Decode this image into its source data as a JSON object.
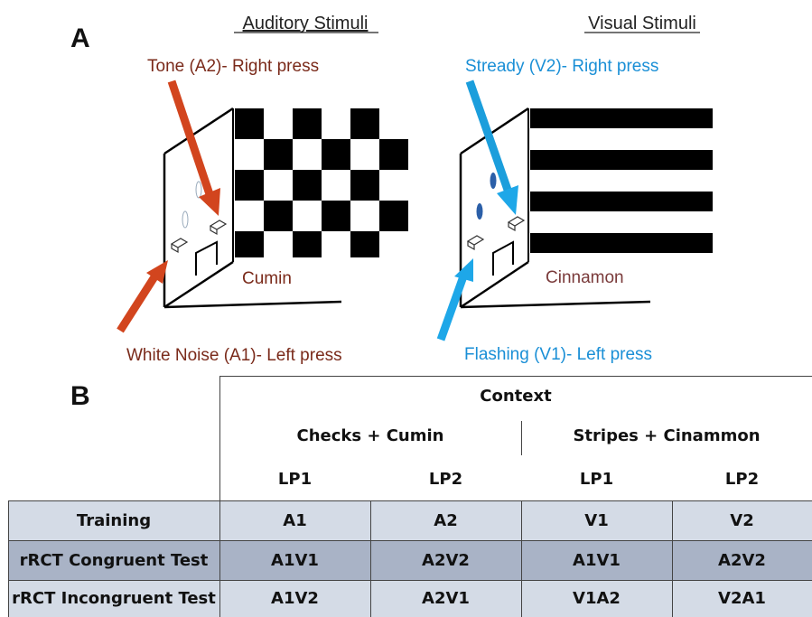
{
  "panel_a": {
    "label": "A",
    "auditory": {
      "heading": "Auditory Stimuli",
      "top_label": "Tone (A2)- Right press",
      "bottom_label": "White Noise (A1)- Left press",
      "odor": "Cumin",
      "arrow_color": "#d2451e",
      "text_color": "#7a2a1a"
    },
    "visual": {
      "heading": "Visual Stimuli",
      "top_label": "Stready (V2)- Right press",
      "bottom_label": "Flashing (V1)- Left press",
      "odor": "Cinnamon",
      "arrow_color": "#1ea7e8",
      "text_color": "#1a8fd6",
      "odor_color": "#7a3a3a"
    }
  },
  "panel_b": {
    "label": "B",
    "context_header": "Context",
    "groups": [
      "Checks + Cumin",
      "Stripes + Cinammon"
    ],
    "subheaders": [
      "LP1",
      "LP2",
      "LP1",
      "LP2"
    ],
    "rows": [
      {
        "label": "Training",
        "cells": [
          "A1",
          "A2",
          "V1",
          "V2"
        ],
        "bg": "#d4dbe6"
      },
      {
        "label": "rRCT Congruent Test",
        "cells": [
          "A1V1",
          "A2V2",
          "A1V1",
          "A2V2"
        ],
        "bg": "#a9b3c6"
      },
      {
        "label": "rRCT Incongruent Test",
        "cells": [
          "A1V2",
          "A2V1",
          "V1A2",
          "V2A1"
        ],
        "bg": "#d4dbe6"
      }
    ]
  }
}
